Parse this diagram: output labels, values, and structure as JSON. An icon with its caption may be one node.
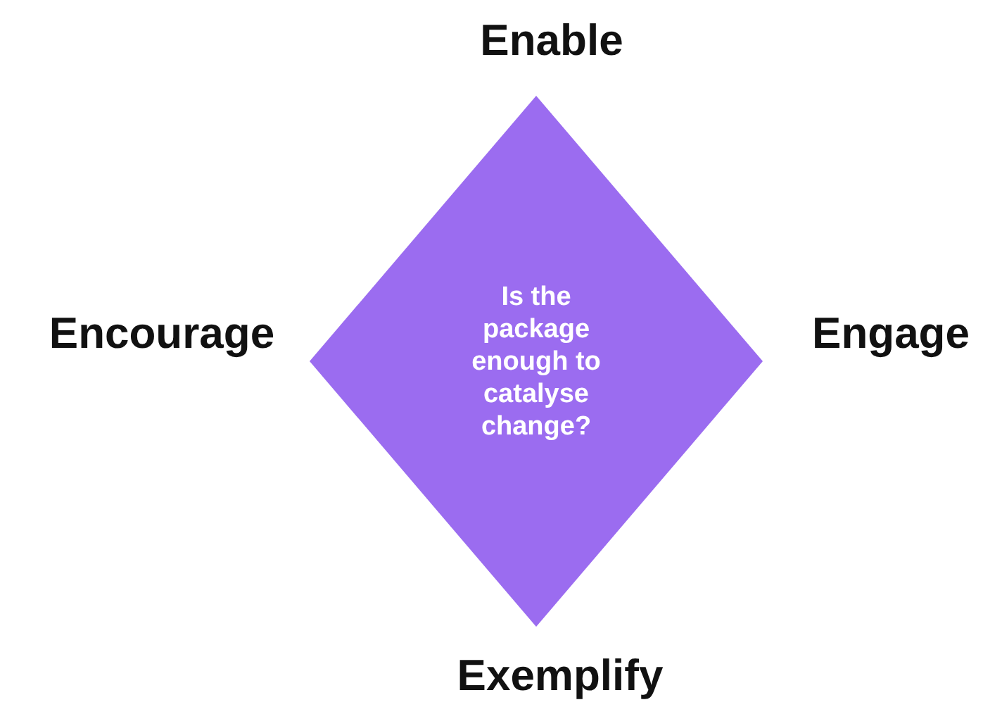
{
  "diagram": {
    "nodes": [
      {
        "text": [
          "Is the package enough to catalyse change?"
        ]
      }
    ],
    "labels": [
      "Enable",
      "Encourage",
      "Engage",
      "Exemplify"
    ]
  }
}
